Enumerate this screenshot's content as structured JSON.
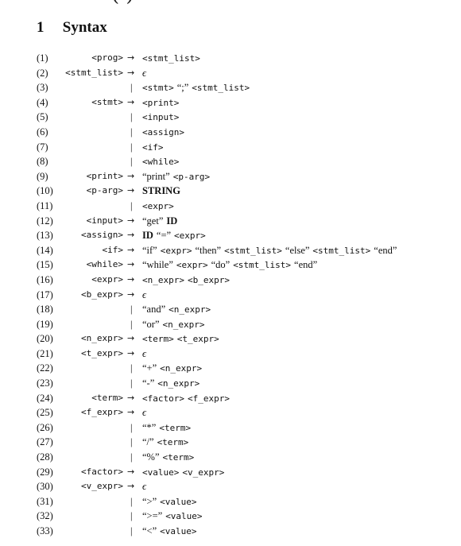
{
  "page": {
    "top_fragment": "(                                    )",
    "section_number": "1",
    "section_title": "Syntax"
  },
  "rules": [
    {
      "n": "(1)",
      "lhs": "<prog>",
      "sep": "→",
      "rhs": [
        [
          "nt",
          "<stmt_list>"
        ]
      ]
    },
    {
      "n": "(2)",
      "lhs": "<stmt_list>",
      "sep": "→",
      "rhs": [
        [
          "eps",
          "ϵ"
        ]
      ]
    },
    {
      "n": "(3)",
      "lhs": "",
      "sep": "|",
      "rhs": [
        [
          "nt",
          "<stmt>"
        ],
        [
          "tm",
          "“;”"
        ],
        [
          "nt",
          "<stmt_list>"
        ]
      ]
    },
    {
      "n": "(4)",
      "lhs": "<stmt>",
      "sep": "→",
      "rhs": [
        [
          "nt",
          "<print>"
        ]
      ]
    },
    {
      "n": "(5)",
      "lhs": "",
      "sep": "|",
      "rhs": [
        [
          "nt",
          "<input>"
        ]
      ]
    },
    {
      "n": "(6)",
      "lhs": "",
      "sep": "|",
      "rhs": [
        [
          "nt",
          "<assign>"
        ]
      ]
    },
    {
      "n": "(7)",
      "lhs": "",
      "sep": "|",
      "rhs": [
        [
          "nt",
          "<if>"
        ]
      ]
    },
    {
      "n": "(8)",
      "lhs": "",
      "sep": "|",
      "rhs": [
        [
          "nt",
          "<while>"
        ]
      ]
    },
    {
      "n": "(9)",
      "lhs": "<print>",
      "sep": "→",
      "rhs": [
        [
          "tm",
          "“print”"
        ],
        [
          "nt",
          "<p-arg>"
        ]
      ]
    },
    {
      "n": "(10)",
      "lhs": "<p-arg>",
      "sep": "→",
      "rhs": [
        [
          "kw",
          "STRING"
        ]
      ]
    },
    {
      "n": "(11)",
      "lhs": "",
      "sep": "|",
      "rhs": [
        [
          "nt",
          "<expr>"
        ]
      ]
    },
    {
      "n": "(12)",
      "lhs": "<input>",
      "sep": "→",
      "rhs": [
        [
          "tm",
          "“get”"
        ],
        [
          "kw",
          "ID"
        ]
      ]
    },
    {
      "n": "(13)",
      "lhs": "<assign>",
      "sep": "→",
      "rhs": [
        [
          "kw",
          "ID"
        ],
        [
          "tm",
          "“=”"
        ],
        [
          "nt",
          "<expr>"
        ]
      ]
    },
    {
      "n": "(14)",
      "lhs": "<if>",
      "sep": "→",
      "rhs": [
        [
          "tm",
          "“if”"
        ],
        [
          "nt",
          "<expr>"
        ],
        [
          "tm",
          "“then”"
        ],
        [
          "nt",
          "<stmt_list>"
        ],
        [
          "tm",
          "“else”"
        ],
        [
          "nt",
          "<stmt_list>"
        ],
        [
          "tm",
          "“end”"
        ]
      ]
    },
    {
      "n": "(15)",
      "lhs": "<while>",
      "sep": "→",
      "rhs": [
        [
          "tm",
          "“while”"
        ],
        [
          "nt",
          "<expr>"
        ],
        [
          "tm",
          "“do”"
        ],
        [
          "nt",
          "<stmt_list>"
        ],
        [
          "tm",
          "“end”"
        ]
      ]
    },
    {
      "n": "(16)",
      "lhs": "<expr>",
      "sep": "→",
      "rhs": [
        [
          "nt",
          "<n_expr>"
        ],
        [
          "nt",
          "<b_expr>"
        ]
      ]
    },
    {
      "n": "(17)",
      "lhs": "<b_expr>",
      "sep": "→",
      "rhs": [
        [
          "eps",
          "ϵ"
        ]
      ]
    },
    {
      "n": "(18)",
      "lhs": "",
      "sep": "|",
      "rhs": [
        [
          "tm",
          "“and”"
        ],
        [
          "nt",
          "<n_expr>"
        ]
      ]
    },
    {
      "n": "(19)",
      "lhs": "",
      "sep": "|",
      "rhs": [
        [
          "tm",
          "“or”"
        ],
        [
          "nt",
          "<n_expr>"
        ]
      ]
    },
    {
      "n": "(20)",
      "lhs": "<n_expr>",
      "sep": "→",
      "rhs": [
        [
          "nt",
          "<term>"
        ],
        [
          "nt",
          "<t_expr>"
        ]
      ]
    },
    {
      "n": "(21)",
      "lhs": "<t_expr>",
      "sep": "→",
      "rhs": [
        [
          "eps",
          "ϵ"
        ]
      ]
    },
    {
      "n": "(22)",
      "lhs": "",
      "sep": "|",
      "rhs": [
        [
          "tm",
          "“+”"
        ],
        [
          "nt",
          "<n_expr>"
        ]
      ]
    },
    {
      "n": "(23)",
      "lhs": "",
      "sep": "|",
      "rhs": [
        [
          "tm",
          "“-”"
        ],
        [
          "nt",
          "<n_expr>"
        ]
      ]
    },
    {
      "n": "(24)",
      "lhs": "<term>",
      "sep": "→",
      "rhs": [
        [
          "nt",
          "<factor>"
        ],
        [
          "nt",
          "<f_expr>"
        ]
      ]
    },
    {
      "n": "(25)",
      "lhs": "<f_expr>",
      "sep": "→",
      "rhs": [
        [
          "eps",
          "ϵ"
        ]
      ]
    },
    {
      "n": "(26)",
      "lhs": "",
      "sep": "|",
      "rhs": [
        [
          "tm",
          "“*”"
        ],
        [
          "nt",
          "<term>"
        ]
      ]
    },
    {
      "n": "(27)",
      "lhs": "",
      "sep": "|",
      "rhs": [
        [
          "tm",
          "“/”"
        ],
        [
          "nt",
          "<term>"
        ]
      ]
    },
    {
      "n": "(28)",
      "lhs": "",
      "sep": "|",
      "rhs": [
        [
          "tm",
          "“%”"
        ],
        [
          "nt",
          "<term>"
        ]
      ]
    },
    {
      "n": "(29)",
      "lhs": "<factor>",
      "sep": "→",
      "rhs": [
        [
          "nt",
          "<value>"
        ],
        [
          "nt",
          "<v_expr>"
        ]
      ]
    },
    {
      "n": "(30)",
      "lhs": "<v_expr>",
      "sep": "→",
      "rhs": [
        [
          "eps",
          "ϵ"
        ]
      ]
    },
    {
      "n": "(31)",
      "lhs": "",
      "sep": "|",
      "rhs": [
        [
          "tm",
          "“>”"
        ],
        [
          "nt",
          "<value>"
        ]
      ]
    },
    {
      "n": "(32)",
      "lhs": "",
      "sep": "|",
      "rhs": [
        [
          "tm",
          "“>=”"
        ],
        [
          "nt",
          "<value>"
        ]
      ]
    },
    {
      "n": "(33)",
      "lhs": "",
      "sep": "|",
      "rhs": [
        [
          "tm",
          "“<”"
        ],
        [
          "nt",
          "<value>"
        ]
      ]
    }
  ]
}
